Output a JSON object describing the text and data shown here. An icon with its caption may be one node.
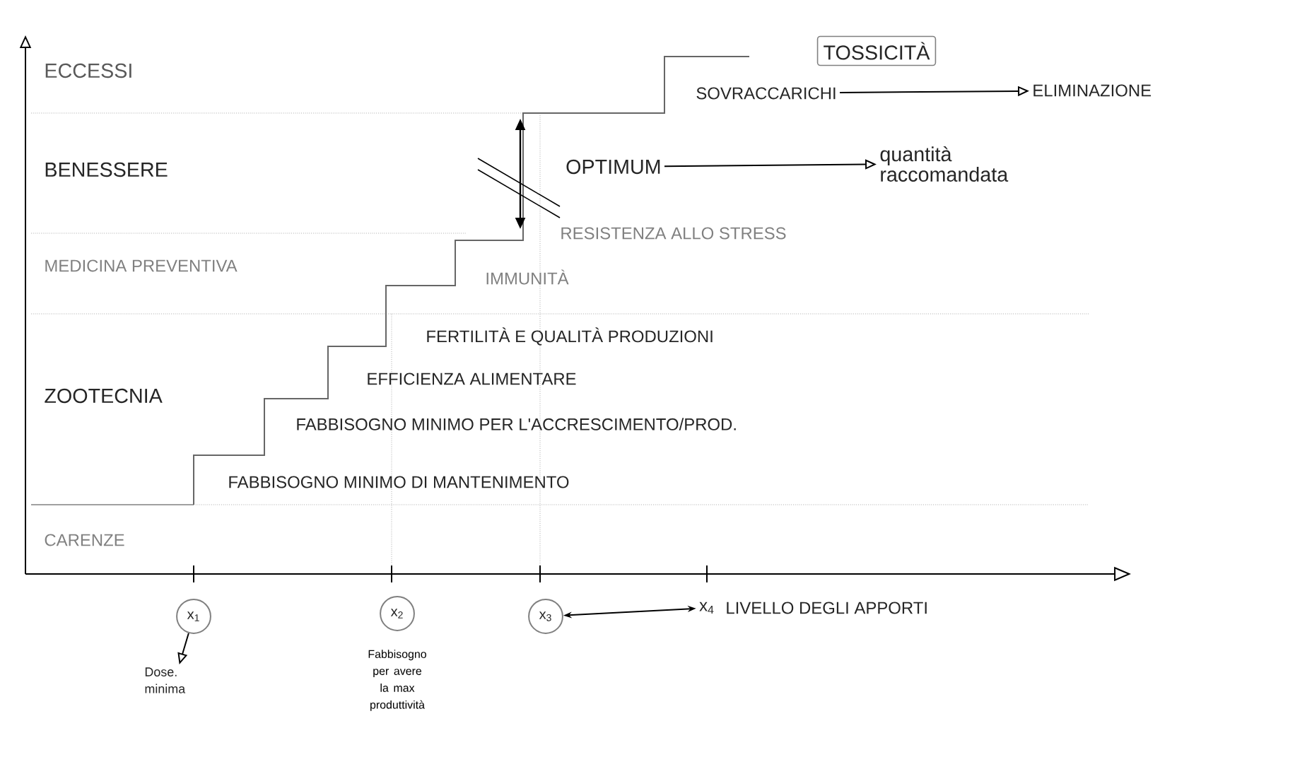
{
  "diagram": {
    "nodes": [
      {
        "text": [
          "OPTIMUM"
        ]
      },
      {
        "text": [
          "quantità raccomandata"
        ]
      },
      {
        "text": [
          "SOVRACCARICHI"
        ]
      },
      {
        "text": [
          "ELIMINAZIONE"
        ]
      },
      {
        "text": [
          "TOSSICITÀ"
        ]
      },
      {
        "text": [
          "x$_{1}$"
        ]
      },
      {
        "text": [
          "Dose. minima"
        ]
      },
      {
        "text": [
          "x$_{2}$"
        ],
        "beside": [
          "Fabbisogno per avere la max produttività"
        ]
      },
      {
        "text": [
          "x$_{3}$"
        ]
      },
      {
        "text": [
          "x$_{4}$"
        ]
      }
    ],
    "edges": [
      {
        "from": 0,
        "to": 1,
        "arrow": "to"
      },
      {
        "from": 2,
        "to": 3,
        "arrow": "to"
      },
      {
        "from": 5,
        "to": 6,
        "arrow": "to"
      },
      {
        "from": 8,
        "to": 9,
        "arrow": "both"
      }
    ],
    "labels": [
      "ECCESSI",
      "BENESSERE",
      "MEDICINA PREVENTIVA",
      "RESISTENZA ALLO STRESS",
      "IMMUNITÀ",
      "FERTILITÀ E QUALITÀ PRODUZIONI",
      "ZOOTECNIA",
      "EFFICIENZA ALIMENTARE",
      "FABBISOGNO MINIMO PER L'ACCRESCIMENTO/PROD.",
      "FABBISOGNO MINIMO DI MANTENIMENTO",
      "CARENZE",
      "LIVELLO DEGLI APPORTI"
    ]
  }
}
